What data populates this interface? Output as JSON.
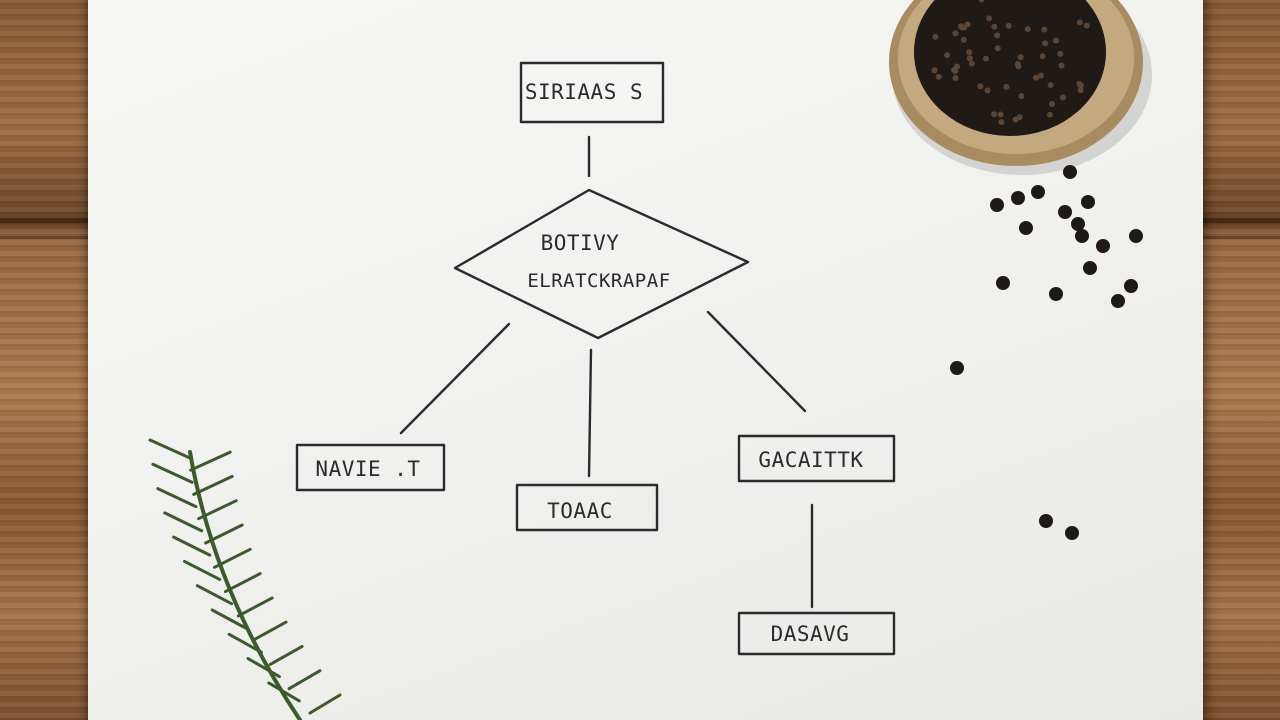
{
  "diagram": {
    "nodes": [
      {
        "id": "top",
        "shape": "rect",
        "label": "SIRIAAS S"
      },
      {
        "id": "decision",
        "shape": "diamond",
        "label_line1": "BOTIVY",
        "label_line2": "ELRATCKRAPAF"
      },
      {
        "id": "left",
        "shape": "rect",
        "label": "NAVIE .T"
      },
      {
        "id": "middle",
        "shape": "rect",
        "label": "TOAAC"
      },
      {
        "id": "right",
        "shape": "rect",
        "label": "GACAITTK"
      },
      {
        "id": "bottom",
        "shape": "rect",
        "label": "DASAVG"
      }
    ],
    "edges": [
      {
        "from": "top",
        "to": "decision"
      },
      {
        "from": "decision",
        "to": "left"
      },
      {
        "from": "decision",
        "to": "middle"
      },
      {
        "from": "decision",
        "to": "right"
      },
      {
        "from": "right",
        "to": "bottom"
      }
    ],
    "colors": {
      "ink": "#2b2b2b",
      "paper": "#f3f3f1",
      "wood": "#8a5d38",
      "bowl": "#b79a72",
      "peppercorn": "#1f1a16",
      "rosemary": "#3d5a2c"
    },
    "decorations": [
      "wooden-table",
      "paper-sheet",
      "peppercorn-bowl",
      "scattered-peppercorns",
      "rosemary-sprig"
    ]
  }
}
